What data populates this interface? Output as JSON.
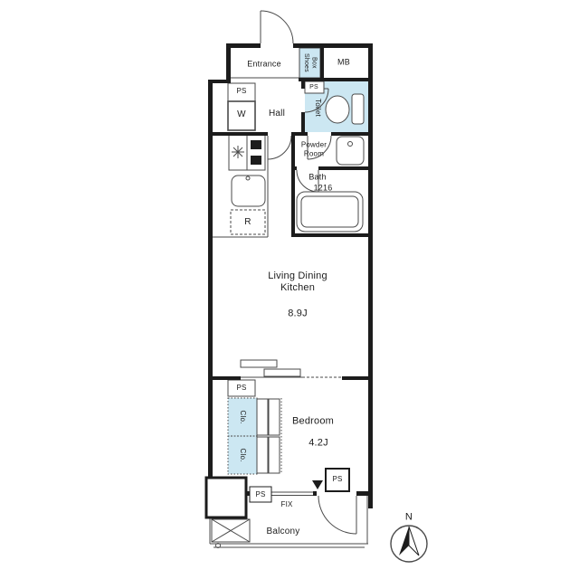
{
  "floor_plan": {
    "rooms": {
      "entrance": {
        "label": "Entrance"
      },
      "shoes_box": {
        "label": "Shoes Box"
      },
      "meter_box": {
        "label": "MB"
      },
      "washer": {
        "label": "W"
      },
      "hall": {
        "label": "Hall"
      },
      "toilet": {
        "label": "Toilet"
      },
      "powder_room": {
        "label": "Powder Room"
      },
      "bath": {
        "label": "Bath",
        "size": "1216"
      },
      "refrigerator": {
        "label": "R"
      },
      "ldk": {
        "label": "Living Dining Kitchen",
        "size": "8.9J"
      },
      "bedroom": {
        "label": "Bedroom",
        "size": "4.2J"
      },
      "closet": {
        "label": "Clo."
      },
      "balcony": {
        "label": "Balcony"
      }
    },
    "markers": {
      "pipe_space": "PS",
      "fix_window": "FIX",
      "north": "N"
    },
    "colors": {
      "wall": "#1c1c1c",
      "line": "#4a4a4a",
      "highlight": "#cce7f2",
      "text": "#1c1c1c",
      "background": "#ffffff"
    }
  }
}
